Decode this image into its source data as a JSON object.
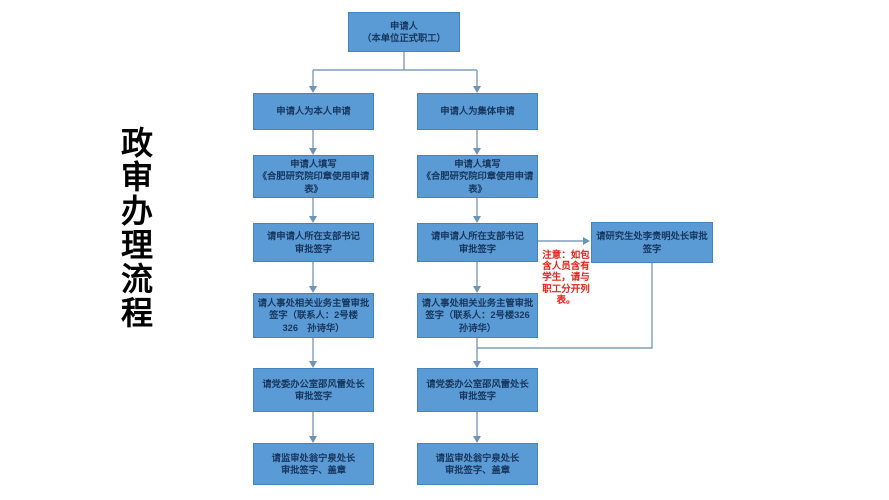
{
  "page_title": "政审办理流程",
  "colors": {
    "background": "#ffffff",
    "box_fill": "#5b9bd5",
    "box_border": "#4583c2",
    "box_text": "#17375e",
    "connector": "#7e9dbd",
    "arrowhead": "#6e93b4",
    "note_red": "#e8231a",
    "title_black": "#000000"
  },
  "flowchart": {
    "root": {
      "label": "申请人\n（本单位正式职工）"
    },
    "left_branch": [
      {
        "label": "申请人为本人申请"
      },
      {
        "label": "申请人填写\n《合肥研究院印章使用申请\n表》"
      },
      {
        "label": "请申请人所在支部书记\n审批签字"
      },
      {
        "label": "请人事处相关业务主管审批\n签字（联系人：2号楼\n326　孙诗华）"
      },
      {
        "label": "请党委办公室邵风雷处长\n审批签字"
      },
      {
        "label": "请监审处翁宁泉处长\n审批签字、盖章"
      }
    ],
    "right_branch": [
      {
        "label": "申请人为集体申请"
      },
      {
        "label": "申请人填写\n《合肥研究院印章使用申请\n表》"
      },
      {
        "label": "请申请人所在支部书记\n审批签字"
      },
      {
        "label": "请人事处相关业务主管审批\n签字（联系人：2号楼326\n孙诗华）"
      },
      {
        "label": "请党委办公室邵风雷处长\n审批签字"
      },
      {
        "label": "请监审处翁宁泉处长\n审批签字、盖章"
      }
    ],
    "side_box": {
      "label": "请研究生处李贵明处长审批\n签字"
    },
    "note": {
      "label": "注意：如包\n含人员含有\n学生，请与\n职工分开列\n表。"
    }
  }
}
